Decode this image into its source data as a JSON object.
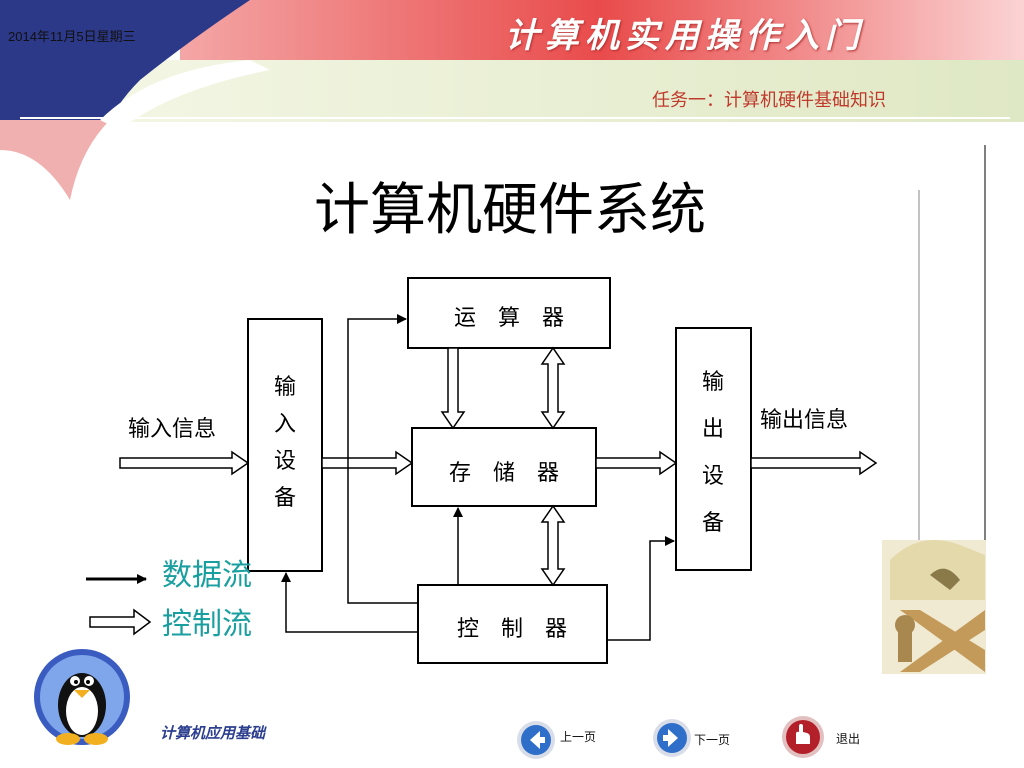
{
  "header": {
    "date": "2014年11月5日星期三",
    "course_title": "计算机实用操作入门",
    "task_title": "任务一：计算机硬件基础知识"
  },
  "page_title": "计算机硬件系统",
  "diagram": {
    "nodes": {
      "alu": "运　算　器",
      "memory": "存　储　器",
      "controller": "控　制　器",
      "input_device": "输入设备",
      "output_device": "输出设备"
    },
    "labels": {
      "input_info": "输入信息",
      "output_info": "输出信息"
    },
    "legend": {
      "data_flow": "数据流",
      "control_flow": "控制流"
    }
  },
  "footer": {
    "course_name": "计算机应用基础",
    "prev_label": "上一页",
    "next_label": "下一页",
    "exit_label": "退出"
  },
  "colors": {
    "header_bar": "#2c3888",
    "legend_text": "#1a9fa0",
    "task_text": "#c0392b"
  }
}
